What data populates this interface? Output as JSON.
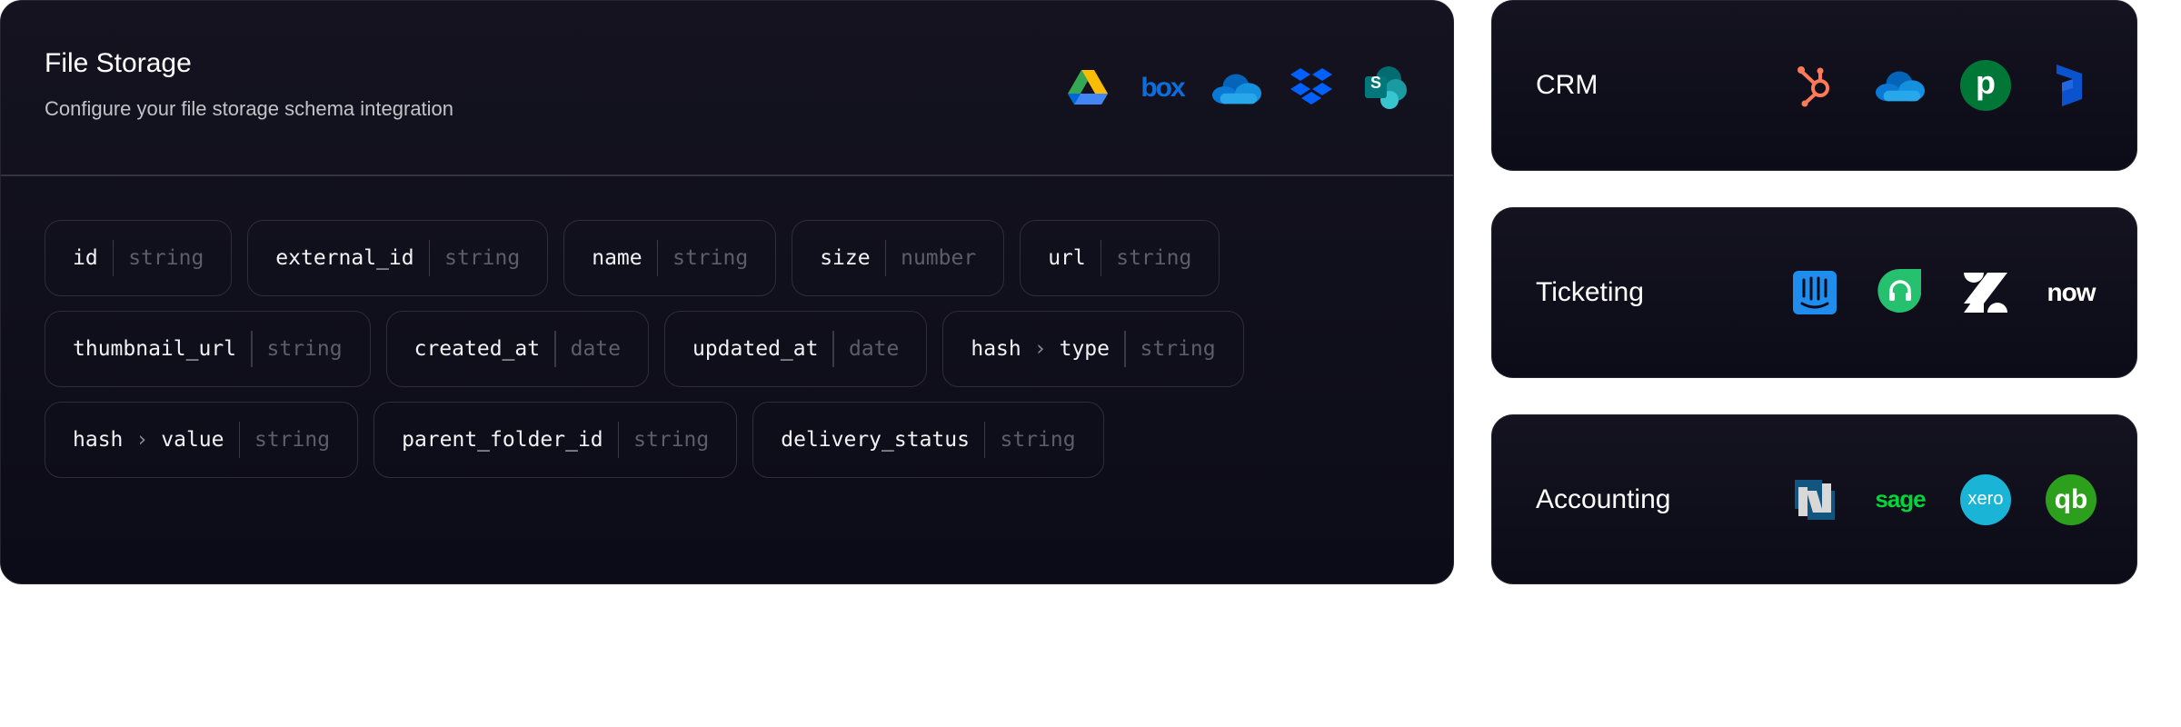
{
  "file_storage": {
    "title": "File Storage",
    "subtitle": "Configure your file storage schema integration",
    "logos": [
      "google-drive-icon",
      "box-icon",
      "onedrive-icon",
      "dropbox-icon",
      "sharepoint-icon"
    ],
    "box_text": "box",
    "sharepoint_text": "S",
    "fields": [
      {
        "path": [
          "id"
        ],
        "type": "string"
      },
      {
        "path": [
          "external_id"
        ],
        "type": "string"
      },
      {
        "path": [
          "name"
        ],
        "type": "string"
      },
      {
        "path": [
          "size"
        ],
        "type": "number"
      },
      {
        "path": [
          "url"
        ],
        "type": "string"
      },
      {
        "path": [
          "thumbnail_url"
        ],
        "type": "string"
      },
      {
        "path": [
          "created_at"
        ],
        "type": "date"
      },
      {
        "path": [
          "updated_at"
        ],
        "type": "date"
      },
      {
        "path": [
          "hash",
          "type"
        ],
        "type": "string"
      },
      {
        "path": [
          "hash",
          "value"
        ],
        "type": "string"
      },
      {
        "path": [
          "parent_folder_id"
        ],
        "type": "string"
      },
      {
        "path": [
          "delivery_status"
        ],
        "type": "string"
      }
    ],
    "separator": "›"
  },
  "categories": [
    {
      "label": "CRM",
      "logos": [
        "hubspot-icon",
        "onedrive-icon",
        "pipedrive-icon",
        "dynamics-icon"
      ]
    },
    {
      "label": "Ticketing",
      "logos": [
        "intercom-icon",
        "freshdesk-icon",
        "zendesk-icon",
        "servicenow-icon"
      ]
    },
    {
      "label": "Accounting",
      "logos": [
        "netsuite-icon",
        "sage-icon",
        "xero-icon",
        "quickbooks-icon"
      ]
    }
  ],
  "logo_text": {
    "pipedrive": "p",
    "servicenow": "now",
    "sage": "sage",
    "xero": "xero",
    "quickbooks": "qb"
  },
  "colors": {
    "card_bg": "#12111c",
    "border": "#2e2d38",
    "type_text": "#5d5c68"
  }
}
